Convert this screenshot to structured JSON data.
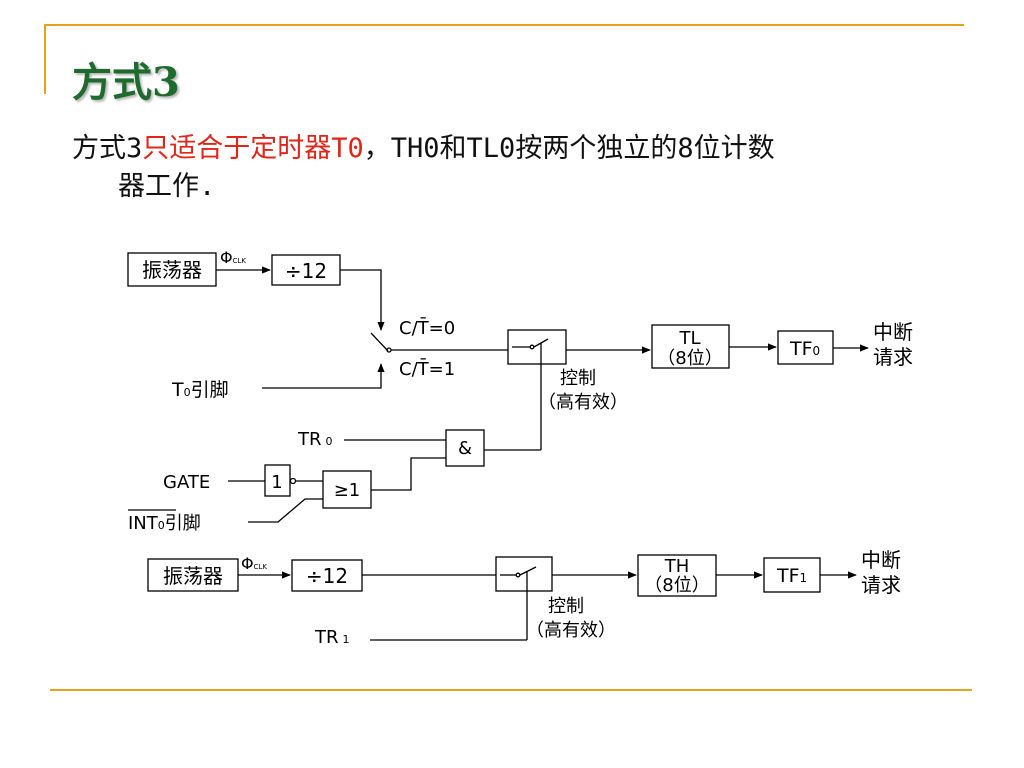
{
  "slide": {
    "title": "方式3",
    "text_normal_1": "方式3",
    "text_red": "只适合于定时器T0",
    "text_normal_2": "，TH0和TL0按两个独立的8位计数",
    "text_line2": "器工作."
  },
  "diagram_top": {
    "oscillator": "振荡器",
    "phi": "Φ",
    "phi_sub": "CLK",
    "divider": "÷12",
    "ct0": "C/T̄=0",
    "ct1": "C/T̄=1",
    "t0_pin": "T",
    "t0_pin_sub": "0",
    "t0_pin_suffix": "引脚",
    "control": "控制",
    "control_note": "（高有效）",
    "tl": "TL",
    "tl_bits": "（8位）",
    "tf0": "TF",
    "tf0_sub": "0",
    "int_req_1": "中断",
    "int_req_2": "请求",
    "tr0": "TR",
    "tr0_sub": "0",
    "and_gate": "&",
    "gate": "GATE",
    "not_gate": "1",
    "or_gate": "≥1",
    "int0": "INT",
    "int0_sub": "0",
    "int0_suffix": "引脚"
  },
  "diagram_bottom": {
    "oscillator": "振荡器",
    "phi": "Φ",
    "phi_sub": "CLK",
    "divider": "÷12",
    "control": "控制",
    "control_note": "（高有效）",
    "th": "TH",
    "th_bits": "（8位）",
    "tf1": "TF",
    "tf1_sub": "1",
    "int_req_1": "中断",
    "int_req_2": "请求",
    "tr1": "TR",
    "tr1_sub": "1"
  },
  "colors": {
    "accent_line": "#e8a21c",
    "title": "#1f6b2e",
    "highlight": "#e0261a"
  }
}
